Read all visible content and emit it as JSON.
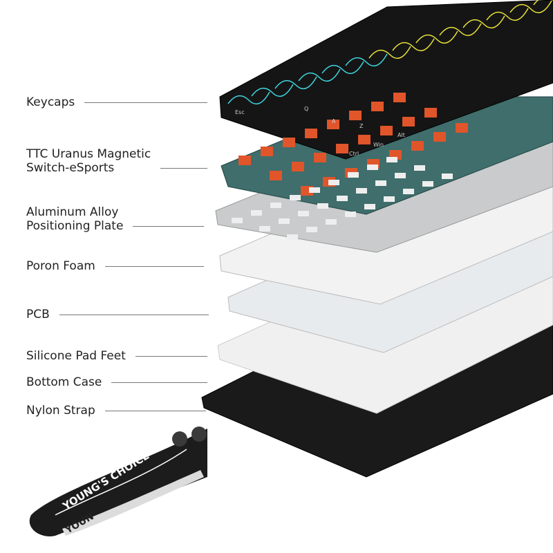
{
  "labels": [
    {
      "name": "keycaps",
      "lines": [
        "Keycaps"
      ]
    },
    {
      "name": "switch",
      "lines": [
        "TTC Uranus Magnetic",
        "Switch-eSports"
      ]
    },
    {
      "name": "plate",
      "lines": [
        "Aluminum Alloy",
        "Positioning Plate"
      ]
    },
    {
      "name": "foam",
      "lines": [
        "Poron Foam"
      ]
    },
    {
      "name": "pcb",
      "lines": [
        "PCB"
      ]
    },
    {
      "name": "pad-feet",
      "lines": [
        "Silicone Pad Feet"
      ]
    },
    {
      "name": "bottom-case",
      "lines": [
        "Bottom Case"
      ]
    },
    {
      "name": "strap",
      "lines": [
        "Nylon Strap"
      ]
    }
  ],
  "strap_text": "YOUNG'S CHOICE",
  "strap_text_partial": "YOUN",
  "keycap_legends": [
    "Ctrl",
    "Win",
    "Alt",
    "Z",
    "A",
    "Q",
    "Esc"
  ],
  "colors": {
    "keycap": "#151515",
    "glow_cyan": "#3fd6e0",
    "glow_yellow": "#e8e03a",
    "switch_stem": "#e0552a",
    "switch_base": "#3f6e6c",
    "plate": "#c9cbcc",
    "foam": "#f2f2f2",
    "pcb": "#e8ebee",
    "case": "#1a1a1a"
  }
}
